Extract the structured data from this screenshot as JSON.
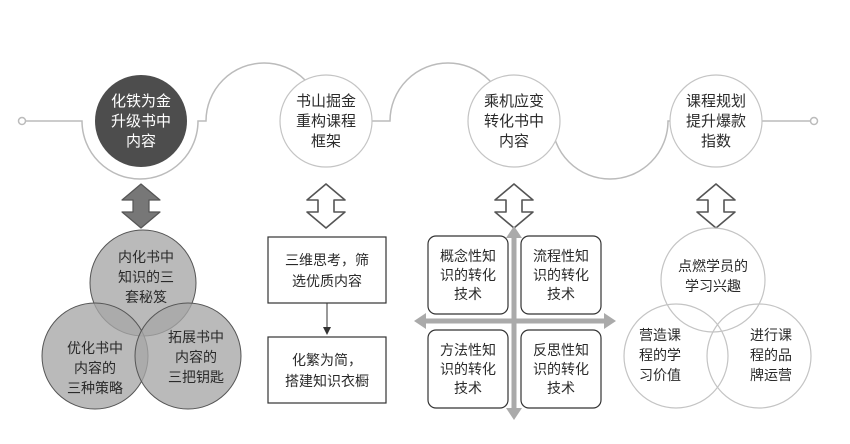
{
  "steps": [
    {
      "lines": [
        "化铁为金",
        "升级书中",
        "内容"
      ]
    },
    {
      "lines": [
        "书山掘金",
        "重构课程",
        "框架"
      ]
    },
    {
      "lines": [
        "乘机应变",
        "转化书中",
        "内容"
      ]
    },
    {
      "lines": [
        "课程规划",
        "提升爆款",
        "指数"
      ]
    }
  ],
  "venn1": {
    "top": [
      "内化书中",
      "知识的三",
      "套秘笈"
    ],
    "left": [
      "优化书中",
      "内容的",
      "三种策略"
    ],
    "right": [
      "拓展书中",
      "内容的",
      "三把钥匙"
    ]
  },
  "flow": {
    "box1": [
      "三维思考，筛",
      "选优质内容"
    ],
    "box2": [
      "化繁为简，",
      "搭建知识衣橱"
    ]
  },
  "quadrant": {
    "tl": [
      "概念性知",
      "识的转化",
      "技术"
    ],
    "tr": [
      "流程性知",
      "识的转化",
      "技术"
    ],
    "bl": [
      "方法性知",
      "识的转化",
      "技术"
    ],
    "br": [
      "反思性知",
      "识的转化",
      "技术"
    ]
  },
  "venn2": {
    "top": [
      "点燃学员的",
      "学习兴趣"
    ],
    "left": [
      "营造课",
      "程的学",
      "习价值"
    ],
    "right": [
      "进行课",
      "程的品",
      "牌运营"
    ]
  },
  "colors": {
    "dark_gray": "#4d4d4d",
    "mid_gray": "#a6a6a6",
    "line_gray": "#bfbfbf",
    "text": "#2a2a2a"
  }
}
